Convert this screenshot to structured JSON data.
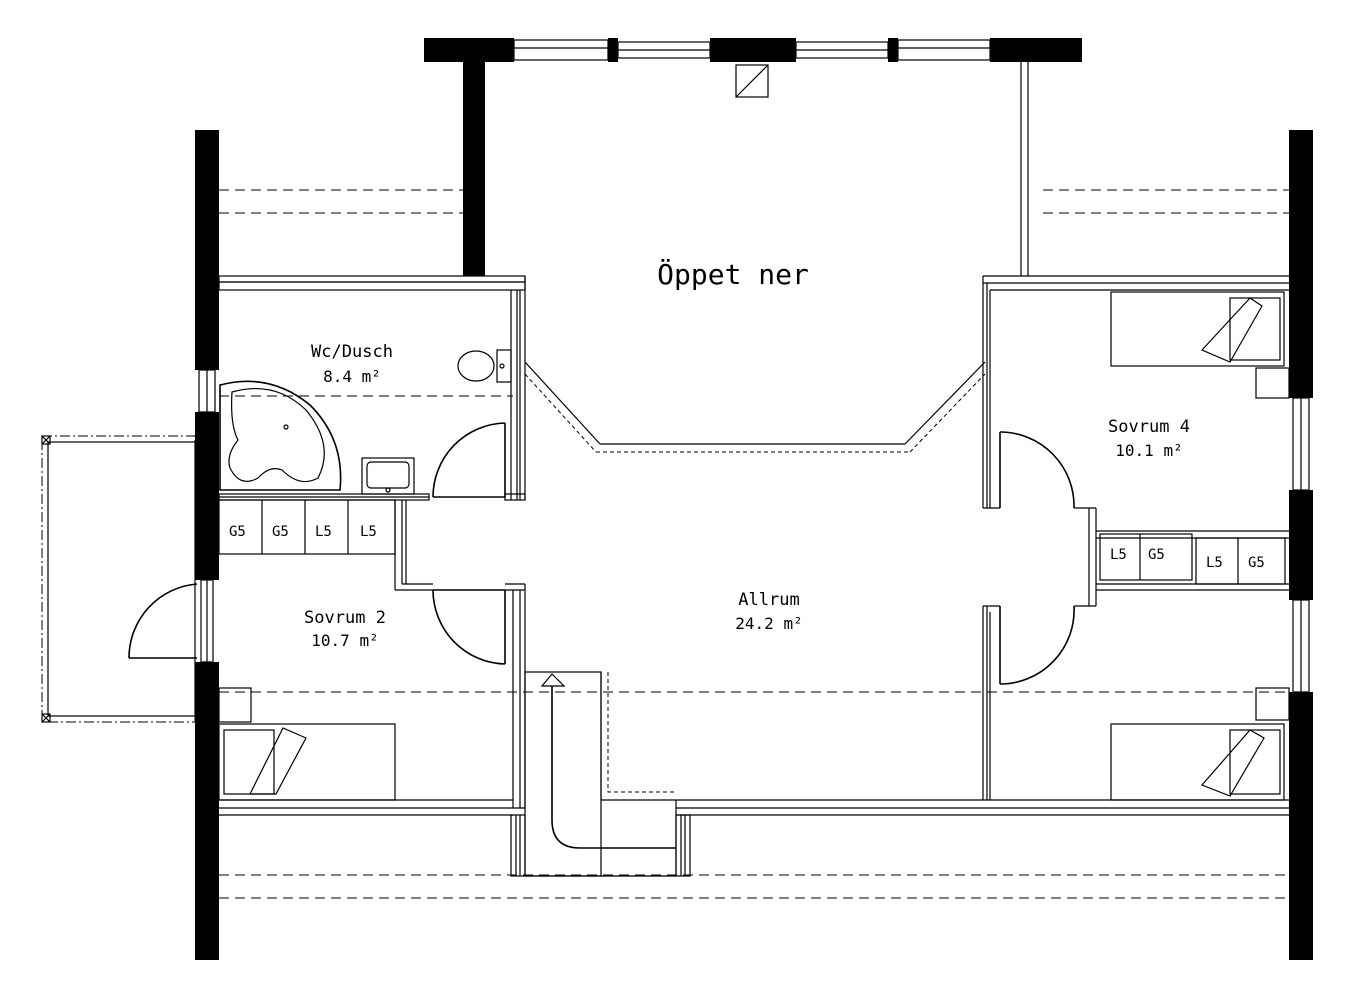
{
  "plan": {
    "rooms": {
      "open_below": {
        "label": "Öppet ner"
      },
      "bathroom": {
        "label": "Wc/Dusch",
        "area": "8.4 m²"
      },
      "bedroom2": {
        "label": "Sovrum 2",
        "area": "10.7 m²"
      },
      "living": {
        "label": "Allrum",
        "area": "24.2 m²"
      },
      "bedroom4": {
        "label": "Sovrum 4",
        "area": "10.1 m²"
      }
    },
    "wardrobes": {
      "bedroom2": [
        "G5",
        "G5",
        "L5",
        "L5"
      ],
      "bedroom4_left": [
        "L5",
        "G5"
      ],
      "bedroom4_right": [
        "L5",
        "G5"
      ]
    }
  }
}
